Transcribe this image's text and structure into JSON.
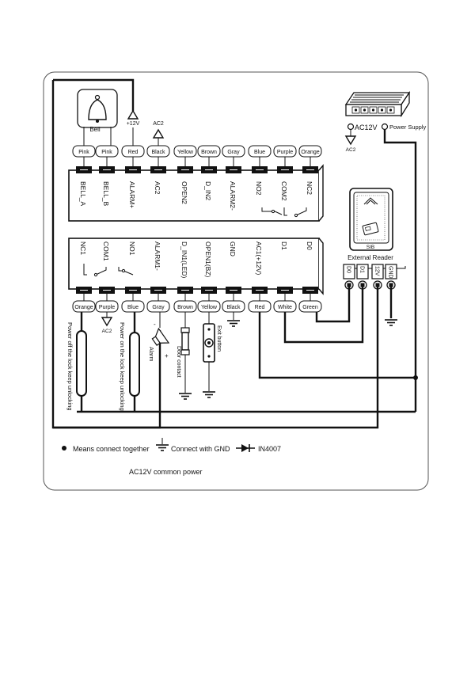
{
  "top_wires": [
    "Pink",
    "Pink",
    "Red",
    "Black",
    "Yellow",
    "Brown",
    "Gray",
    "Blue",
    "Purple",
    "Orange"
  ],
  "top_terminals": [
    "BELL_A",
    "BELL_B",
    "ALARM+",
    "AC2",
    "OPEN2",
    "D_IN2",
    "ALARM2-",
    "NO2",
    "COM2",
    "NC2"
  ],
  "bottom_terminals": [
    "NC1",
    "COM1",
    "NO1",
    "ALARM1-",
    "D_IN1(LED)",
    "OPEN1(BZ)",
    "GND",
    "AC1(+12V)",
    "D1",
    "D0"
  ],
  "bottom_wires": [
    "Orange",
    "Purple",
    "Blue",
    "Gray",
    "Brown",
    "Yellow",
    "Black",
    "Red",
    "White",
    "Green"
  ],
  "bell_label": "Bell",
  "plus12v_label": "+12V",
  "ac2_label": "AC2",
  "power_supply": {
    "ac12v_label": "AC12V",
    "label": "Power Supply",
    "ac2_label": "AC2"
  },
  "reader": {
    "brand": "SIB",
    "label": "External Reader",
    "pins": [
      "D0",
      "D1",
      "12V",
      "GND"
    ]
  },
  "devices": {
    "lock_nc_caption": "Power off the lock keep unlocking",
    "lock_no_caption": "Power on the lock keep unlocking",
    "purple_ac2_label": "AC2",
    "alarm_label": "Alarm",
    "alarm_minus": "-",
    "alarm_plus": "+",
    "door_contact_label": "Door contact",
    "exit_button_label": "Exit button"
  },
  "legend": {
    "dot_text": "Means connect together",
    "gnd_text": "Connect with GND",
    "diode_text": "IN4007"
  },
  "footer": "AC12V common power"
}
